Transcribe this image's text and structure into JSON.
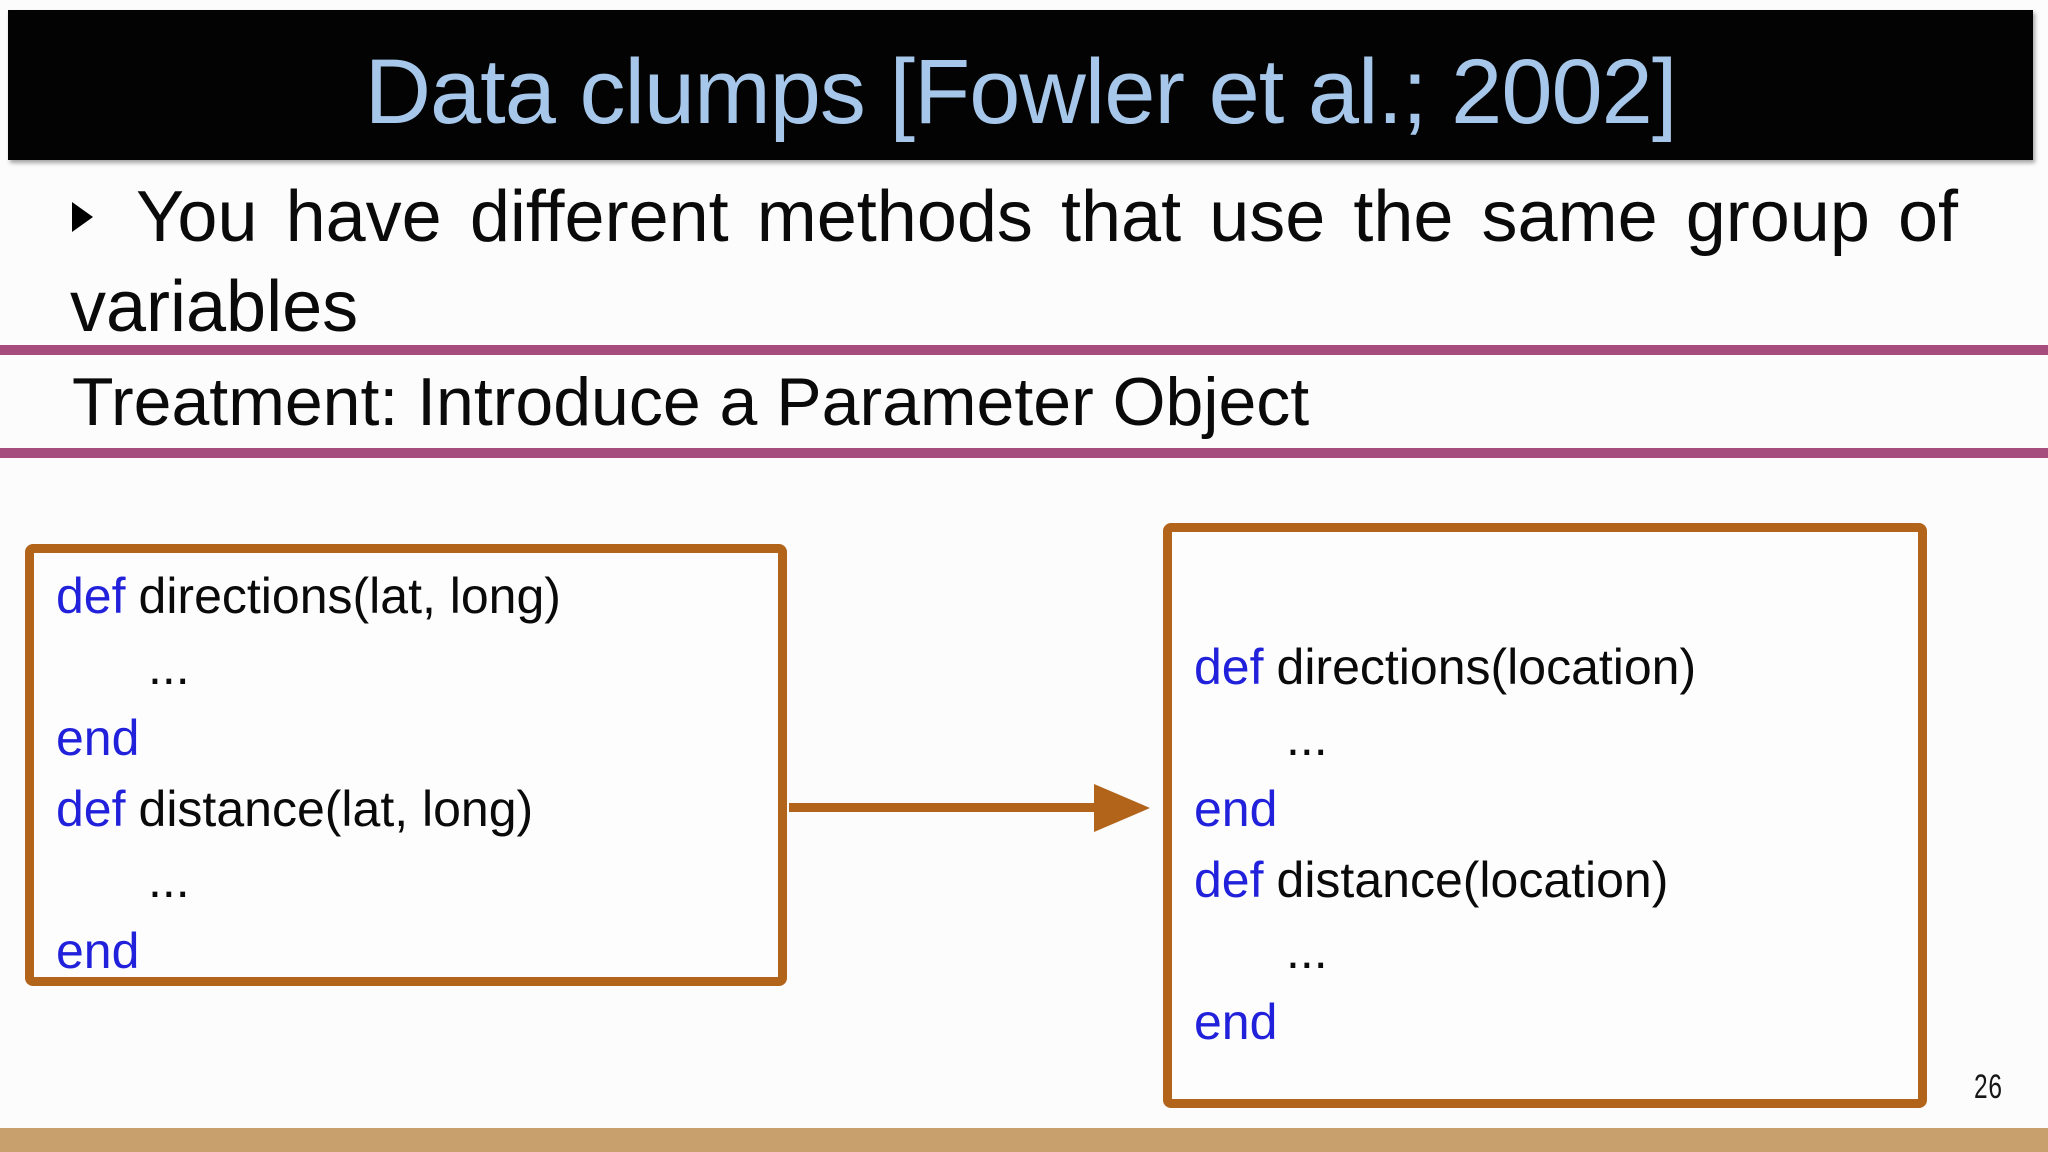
{
  "slide": {
    "title": "Data clumps [Fowler et al.; 2002]",
    "bullet": {
      "line1": "You have different methods that use the same group of",
      "line2": "variables"
    },
    "treatment": "Treatment: Introduce a Parameter Object",
    "page_number": "26"
  },
  "code_boxes": {
    "before": {
      "lines": [
        {
          "kw": "def",
          "rest": "directions(lat, long)"
        },
        {
          "kw": "",
          "rest": "..."
        },
        {
          "kw": "end",
          "rest": ""
        },
        {
          "kw": "def",
          "rest": "distance(lat, long)"
        },
        {
          "kw": "",
          "rest": "..."
        },
        {
          "kw": "end",
          "rest": ""
        }
      ]
    },
    "after": {
      "lines": [
        {
          "kw": "def",
          "rest": "directions(location)"
        },
        {
          "kw": "",
          "rest": "..."
        },
        {
          "kw": "end",
          "rest": ""
        },
        {
          "kw": "def",
          "rest": "distance(location)"
        },
        {
          "kw": "",
          "rest": "..."
        },
        {
          "kw": "end",
          "rest": ""
        }
      ]
    }
  },
  "colors": {
    "title_text": "#a6c7ea",
    "title_bg": "#030303",
    "divider": "#a64d7e",
    "box_border": "#b2641a",
    "keyword": "#2121dc",
    "bottom_bar": "#c8a06e"
  }
}
